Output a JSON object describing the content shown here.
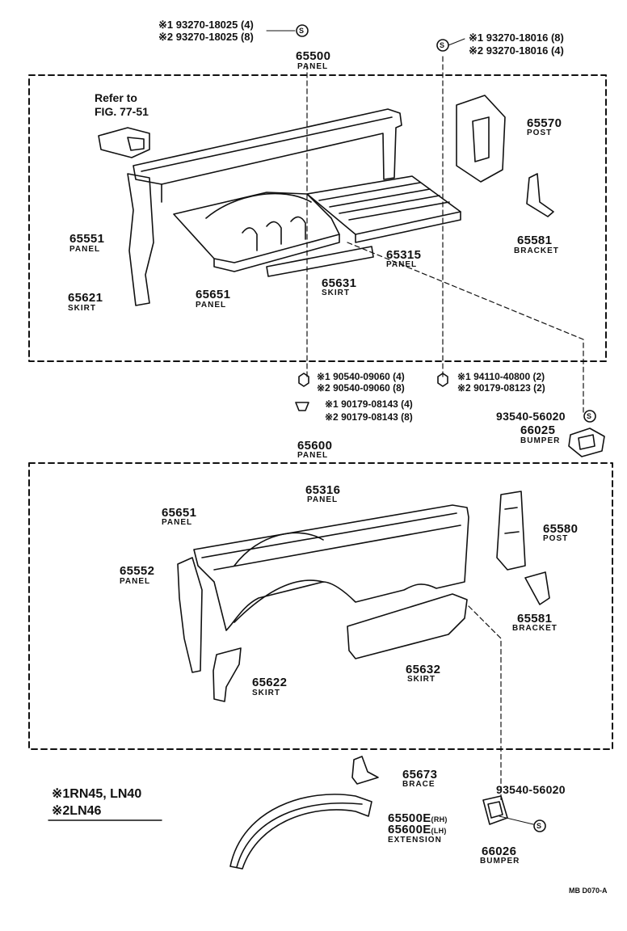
{
  "fasteners_top_left": {
    "line1": "※1 93270-18025 (4)",
    "line2": "※2 93270-18025 (8)",
    "symbol": "S"
  },
  "fasteners_top_right": {
    "line1": "※1 93270-18016 (8)",
    "line2": "※2 93270-18016 (4)",
    "symbol": "S"
  },
  "assy_upper": {
    "number": "65500",
    "name": "PANEL"
  },
  "refer": {
    "line1": "Refer to",
    "line2": "FIG. 77-51"
  },
  "upper_parts": [
    {
      "number": "65570",
      "name": "POST"
    },
    {
      "number": "65581",
      "name": "BRACKET"
    },
    {
      "number": "65551",
      "name": "PANEL"
    },
    {
      "number": "65315",
      "name": "PANEL"
    },
    {
      "number": "65621",
      "name": "SKIRT"
    },
    {
      "number": "65651",
      "name": "PANEL"
    },
    {
      "number": "65631",
      "name": "SKIRT"
    }
  ],
  "fasteners_mid": {
    "nut_a1": "※1 90540-09060 (4)",
    "nut_a2": "※2 90540-09060 (8)",
    "nut_b1": "※1 94110-40800 (2)",
    "nut_b2": "※2 90179-08123 (2)",
    "nut_c1": "※1 90179-08143 (4)",
    "nut_c2": "※2 90179-08143 (8)",
    "bumper_screw": "93540-56020",
    "symbol": "S"
  },
  "bumper_upper": {
    "number": "66025",
    "name": "BUMPER"
  },
  "assy_lower": {
    "number": "65600",
    "name": "PANEL"
  },
  "lower_parts": [
    {
      "number": "65316",
      "name": "PANEL"
    },
    {
      "number": "65651",
      "name": "PANEL"
    },
    {
      "number": "65580",
      "name": "POST"
    },
    {
      "number": "65552",
      "name": "PANEL"
    },
    {
      "number": "65581",
      "name": "BRACKET"
    },
    {
      "number": "65622",
      "name": "SKIRT"
    },
    {
      "number": "65632",
      "name": "SKIRT"
    }
  ],
  "brace": {
    "number": "65673",
    "name": "BRACE"
  },
  "extension": {
    "number1": "65500E",
    "suffix1": "(RH)",
    "number2": "65600E",
    "suffix2": "(LH)",
    "name": "EXTENSION"
  },
  "bumper_lower": {
    "screw": "93540-56020",
    "number": "66026",
    "name": "BUMPER",
    "symbol": "S"
  },
  "legend": {
    "line1": "※1RN45, LN40",
    "line2": "※2LN46"
  },
  "figure_code": "MB D070-A"
}
